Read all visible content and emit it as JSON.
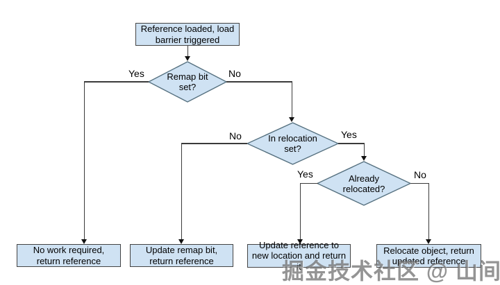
{
  "diagram": {
    "type": "flowchart",
    "nodes": {
      "start": {
        "text": "Reference loaded, load barrier triggered",
        "shape": "rect"
      },
      "remap": {
        "text": "Remap bit set?",
        "shape": "diamond"
      },
      "reloc_set": {
        "text": "In relocation set?",
        "shape": "diamond"
      },
      "already": {
        "text": "Already relocated?",
        "shape": "diamond"
      },
      "no_work": {
        "text": "No work required, return reference",
        "shape": "rect"
      },
      "update_remap": {
        "text": "Update remap bit, return reference",
        "shape": "rect"
      },
      "update_ref": {
        "text": "Update reference to new location and return it",
        "shape": "rect"
      },
      "relocate": {
        "text": "Relocate object, return updated reference",
        "shape": "rect"
      }
    },
    "edges": {
      "remap_yes": "Yes",
      "remap_no": "No",
      "reloc_set_no": "No",
      "reloc_set_yes": "Yes",
      "already_yes": "Yes",
      "already_no": "No"
    },
    "colors": {
      "node_fill": "#cfe2f3",
      "rect_border": "#434343",
      "diamond_border": "#55707f",
      "line": "#3a3a3a",
      "background": "#ffffff"
    },
    "watermark": "掘金技术社区 @ 山间小僧"
  }
}
